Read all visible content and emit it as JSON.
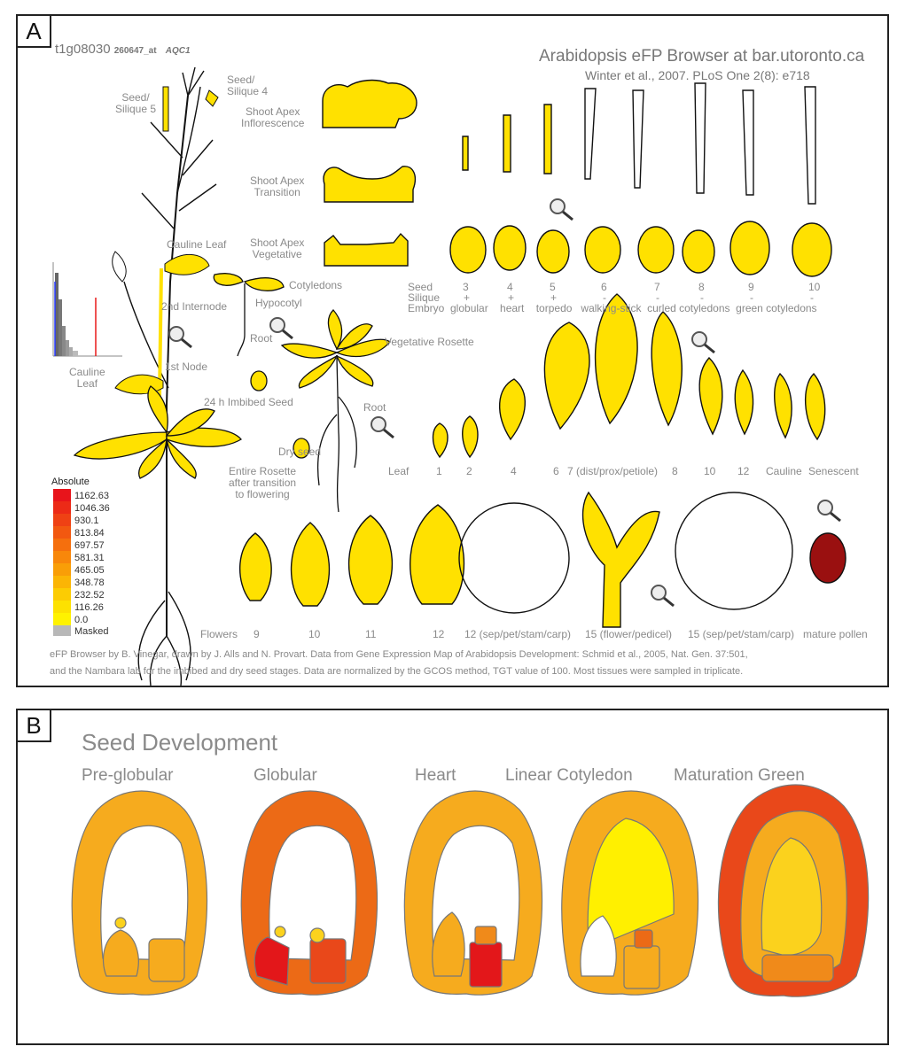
{
  "panelA": {
    "label": "A",
    "gene_id": "t1g08030",
    "probe_id": "260647_at",
    "gene_alias": "AQC1",
    "title": "Arabidopsis eFP Browser at bar.utoronto.ca",
    "citation": "Winter et al., 2007. PLoS One 2(8): e718",
    "plant_labels": {
      "seed_silique5": "Seed/\nSilique 5",
      "seed_silique4": "Seed/\nSilique 4",
      "cauline_leaf": "Cauline Leaf",
      "second_internode": "2nd Internode",
      "first_node": "1st Node",
      "cauline_leaf_hist": "Cauline\nLeaf",
      "entire_rosette": "Entire Rosette\nafter transition\nto flowering"
    },
    "apex_labels": {
      "inflorescence": "Shoot Apex\nInflorescence",
      "transition": "Shoot Apex\nTransition",
      "vegetative": "Shoot Apex\nVegetative"
    },
    "seedling_labels": {
      "cotyledons": "Cotyledons",
      "hypocotyl": "Hypocotyl",
      "root1": "Root",
      "imbibed": "24 h Imbibed Seed",
      "dry": "Dry seed",
      "veg_rosette": "Vegetative Rosette",
      "root2": "Root"
    },
    "seed_row": {
      "headers": [
        "Seed",
        "Silique",
        "Embryo"
      ],
      "seed_numbers": [
        "3",
        "4",
        "5",
        "6",
        "7",
        "8",
        "9",
        "10"
      ],
      "silique": [
        "+",
        "+",
        "+",
        "-",
        "-",
        "-",
        "-",
        "-"
      ],
      "embryo_line": "globular    heart    torpedo   walking-stick  curled cotyledons  green cotyledons"
    },
    "leaf_row": {
      "label": "Leaf",
      "items": [
        "1",
        "2",
        "4",
        "6",
        "7 (dist/prox/petiole)",
        "8",
        "10",
        "12",
        "Cauline",
        "Senescent"
      ]
    },
    "flower_row": {
      "label": "Flowers",
      "items": [
        "9",
        "10",
        "11",
        "12",
        "12 (sep/pet/stam/carp)",
        "15 (flower/pedicel)",
        "15 (sep/pet/stam/carp)",
        "mature pollen"
      ]
    },
    "legend": {
      "title": "Absolute",
      "values": [
        "1162.63",
        "1046.36",
        "930.1",
        "813.84",
        "697.57",
        "581.31",
        "465.05",
        "348.78",
        "232.52",
        "116.26",
        "0.0"
      ],
      "masked": "Masked",
      "colors": [
        "#e8141b",
        "#ec2a17",
        "#ef4114",
        "#f25810",
        "#f56f0d",
        "#f8870a",
        "#f99e07",
        "#fbb505",
        "#fccc03",
        "#fde101",
        "#fff200"
      ],
      "masked_color": "#b8b8b8"
    },
    "footer": "eFP Browser by B. Vinegar, drawn by J. Alls and N. Provart. Data from Gene Expression Map of Arabidopsis Development: Schmid et al., 2005, Nat. Gen. 37:501,\nand the Nambara lab for the imbibed and dry seed stages. Data are normalized by the GCOS method, TGT value of 100. Most tissues were sampled in triplicate.",
    "colors": {
      "tissue_yellow": "#ffe100",
      "outline": "#111111",
      "pollen_red": "#9a1010"
    }
  },
  "panelB": {
    "label": "B",
    "title": "Seed Development",
    "stages": [
      "Pre-globular",
      "Globular",
      "Heart",
      "Linear Cotyledon",
      "Maturation Green"
    ],
    "colors": {
      "pale_orange": "#f6ab1e",
      "orange": "#f08a1a",
      "deep_orange": "#ec6a16",
      "red_orange": "#e9481a",
      "red": "#e3171a",
      "yellow": "#fff000",
      "light_yellow": "#fbd21d"
    }
  }
}
